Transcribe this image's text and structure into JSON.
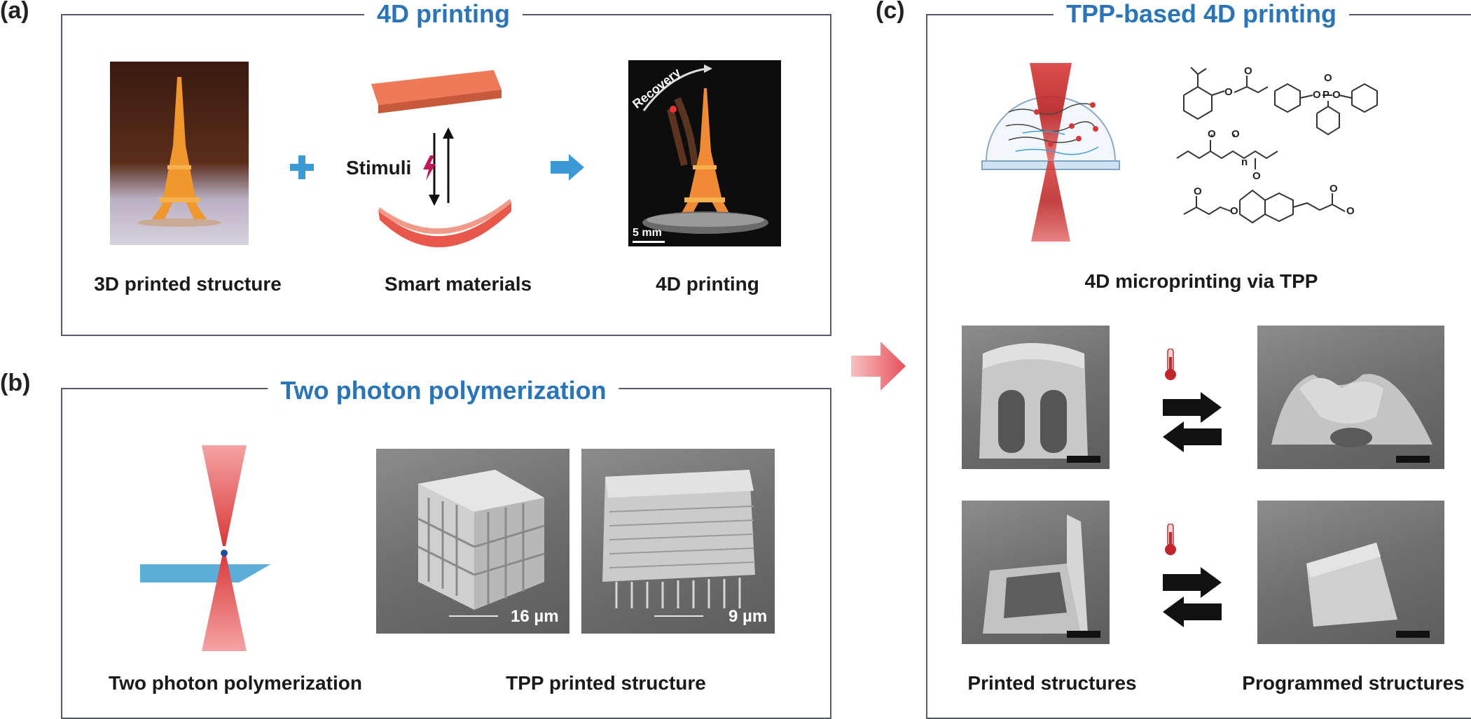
{
  "panels": {
    "a": {
      "letter": "(a)",
      "title": "4D printing",
      "captions": [
        "3D printed structure",
        "Smart materials",
        "4D printing"
      ],
      "stimuli_label": "Stimuli",
      "recovery_label": "Recovery",
      "scale_label": "5 mm"
    },
    "b": {
      "letter": "(b)",
      "title": "Two photon polymerization",
      "captions": [
        "Two photon polymerization",
        "TPP printed structure"
      ],
      "scale_labels": [
        "16 µm",
        "9 µm"
      ]
    },
    "c": {
      "letter": "(c)",
      "title": "TPP-based 4D printing",
      "captions": [
        "4D microprinting via TPP",
        "Printed structures",
        "Programmed structures"
      ],
      "chem_labels": {
        "n": "n",
        "p": "P",
        "o": "O"
      }
    }
  },
  "colors": {
    "title_blue": "#2a74b8",
    "frame": "#55596a",
    "laser_red": "#d93a3a",
    "plane_blue": "#5aaed8",
    "arrow_blue": "#3b9ad6",
    "arrow_pink": "#f07f85",
    "strip_orange": "#ef7a5a"
  },
  "icons": [
    "plus-icon",
    "arrow-right-icon",
    "lightning-icon",
    "thermometer-icon",
    "double-arrow-icon"
  ]
}
